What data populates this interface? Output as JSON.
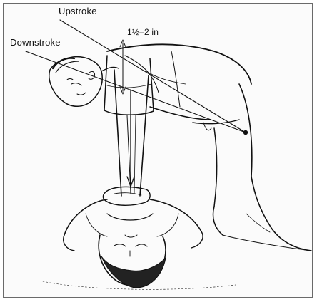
{
  "labels": {
    "upstroke": "Upstroke",
    "downstroke": "Downstroke",
    "compression_depth": "1½–2 in"
  },
  "colors": {
    "ink": "#111111",
    "paper": "#fbfbfb",
    "hair": "#222222"
  }
}
